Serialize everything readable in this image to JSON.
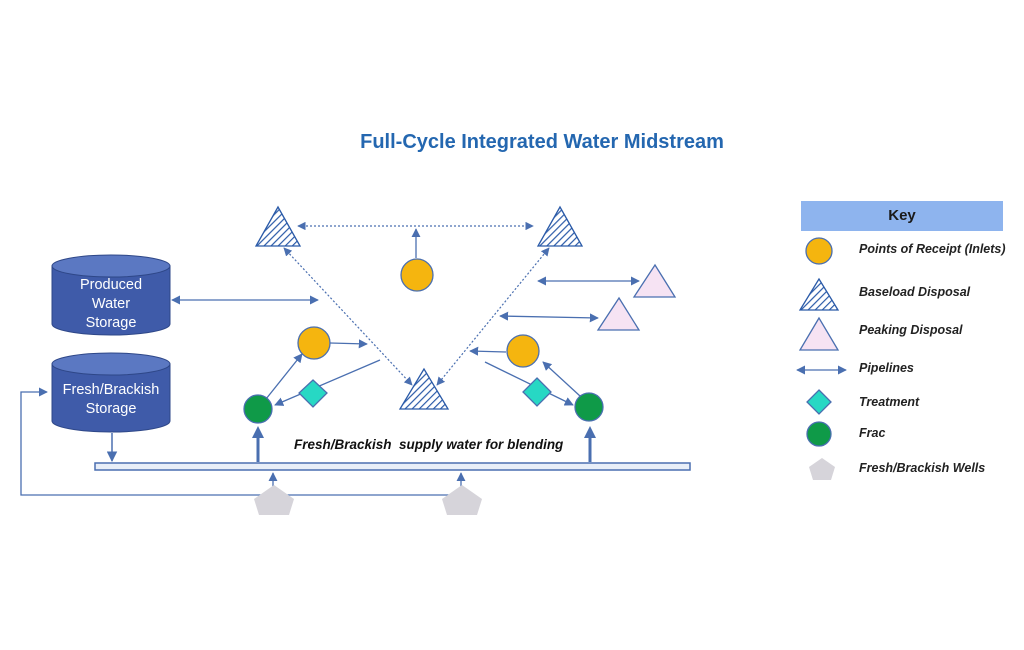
{
  "title": "Full-Cycle Integrated Water Midstream",
  "storage": {
    "produced_line1": "Produced",
    "produced_line2": "Water",
    "produced_line3": "Storage",
    "fresh_line1": "Fresh/Brackish",
    "fresh_line2": "Storage"
  },
  "supply_label": "Fresh/Brackish  supply water for blending",
  "key": {
    "header": "Key",
    "items": [
      {
        "label": "Points of Receipt (Inlets)",
        "icon": "circle-icon",
        "color": "#f5b50f"
      },
      {
        "label": "Baseload Disposal",
        "icon": "hatched-triangle-icon",
        "color": "#2a5aa8"
      },
      {
        "label": "Peaking Disposal",
        "icon": "triangle-icon",
        "color": "#f6e3f3"
      },
      {
        "label": "Pipelines",
        "icon": "double-arrow-icon",
        "color": "#4a6fb0"
      },
      {
        "label": "Treatment",
        "icon": "diamond-icon",
        "color": "#27d8c4"
      },
      {
        "label": "Frac",
        "icon": "circle-icon",
        "color": "#0f9a48"
      },
      {
        "label": "Fresh/Brackish Wells",
        "icon": "pentagon-icon",
        "color": "#d6d4da"
      }
    ]
  },
  "colors": {
    "title": "#2467b0",
    "storage": "#3f5ba9",
    "pipe": "#4a6fb0",
    "receipt": "#f5b50f",
    "frac": "#0f9a48",
    "treatment": "#27d8c4",
    "peaking": "#f6e3f3",
    "wells": "#d6d4da",
    "key_header": "#8eb4ee"
  }
}
